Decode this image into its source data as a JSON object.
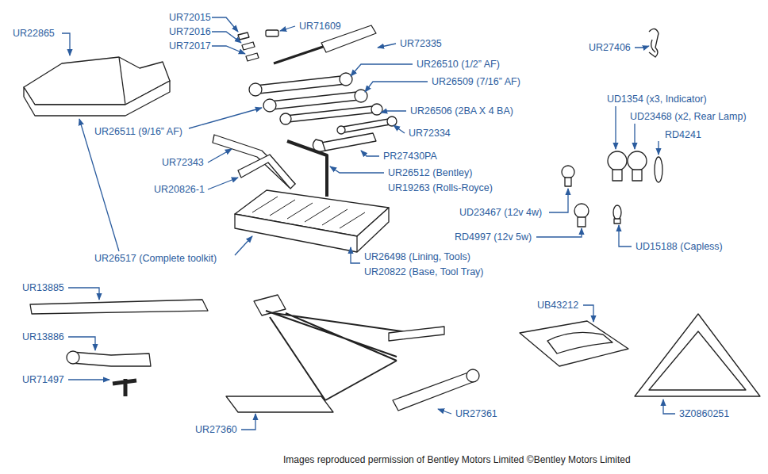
{
  "diagram": {
    "caption": "Images reproduced permission of Bentley Motors Limited ©Bentley Motors Limited",
    "labels": [
      "UR22865",
      "UR72015",
      "UR72016",
      "UR72017",
      "UR71609",
      "UR72335",
      "UR26510 (1/2” AF)",
      "UR26509 (7/16” AF)",
      "UR26506 (2BA X 4 BA)",
      "UR26511 (9/16” AF)",
      "UR72334",
      "PR27430PA",
      "UR72343",
      "UR26512 (Bentley)",
      "UR19263 (Rolls-Royce)",
      "UR20826-1",
      "UR26517 (Complete toolkit)",
      "UR26498 (Lining, Tools)",
      "UR20822 (Base, Tool Tray)",
      "UR27406",
      "UD1354 (x3, Indicator)",
      "UD23468 (x2, Rear Lamp)",
      "RD4241",
      "UD23467 (12v 4w)",
      "RD4997 (12v 5w)",
      "UD15188 (Capless)",
      "UR13885",
      "UR13886",
      "UR71497",
      "UB43212",
      "UR27361",
      "UR27360",
      "3Z0860251"
    ]
  }
}
